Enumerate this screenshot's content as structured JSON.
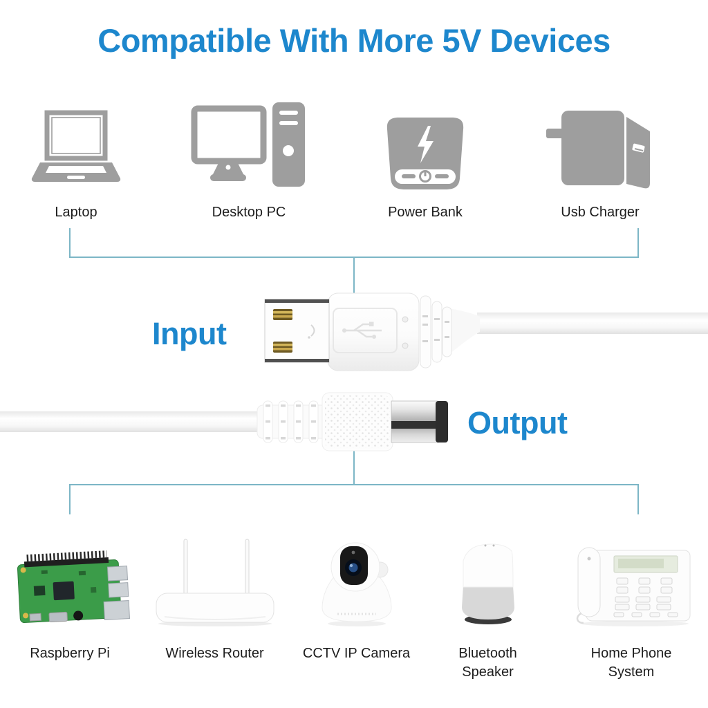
{
  "title": "Compatible With More 5V Devices",
  "cable": {
    "input_label": "Input",
    "output_label": "Output"
  },
  "top_devices": [
    {
      "label": "Laptop",
      "icon": "laptop-icon"
    },
    {
      "label": "Desktop PC",
      "icon": "desktop-pc-icon"
    },
    {
      "label": "Power Bank",
      "icon": "power-bank-icon"
    },
    {
      "label": "Usb Charger",
      "icon": "usb-charger-icon"
    }
  ],
  "bottom_devices": [
    {
      "label": "Raspberry Pi",
      "icon": "raspberry-pi-image"
    },
    {
      "label": "Wireless Router",
      "icon": "wireless-router-image"
    },
    {
      "label": "CCTV IP Camera",
      "icon": "cctv-ip-camera-image"
    },
    {
      "label": "Bluetooth Speaker",
      "icon": "bluetooth-speaker-image"
    },
    {
      "label": "Home Phone System",
      "icon": "home-phone-image"
    }
  ],
  "colors": {
    "accent_blue": "#1d87cd",
    "icon_gray": "#9e9e9e",
    "bracket_teal": "#7cb6c6",
    "label_text": "#1d1d1d",
    "pi_board_green": "#3b9c49"
  }
}
